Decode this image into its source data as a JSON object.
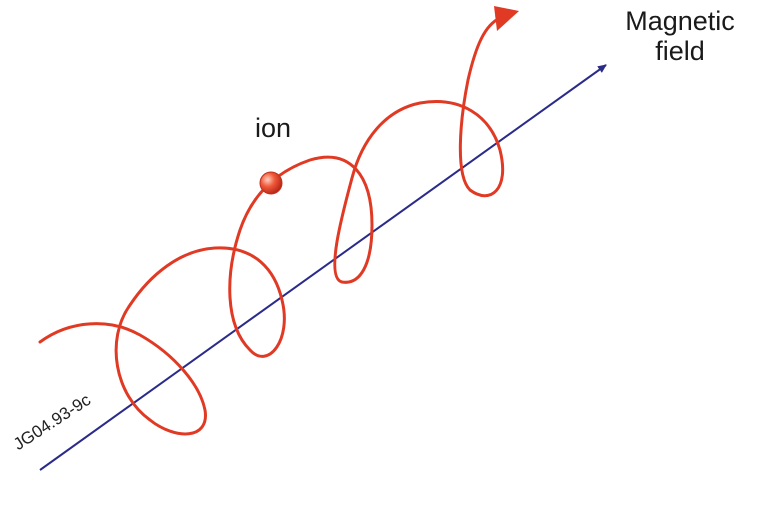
{
  "diagram": {
    "field_label_line1": "Magnetic",
    "field_label_line2": "field",
    "particle_label": "ion",
    "figure_id": "JG04.93-9c",
    "colors": {
      "field_line": "#2b2b8a",
      "helix": "#e03a24",
      "ion_fill": "#e8432a",
      "background": "#ffffff"
    }
  }
}
